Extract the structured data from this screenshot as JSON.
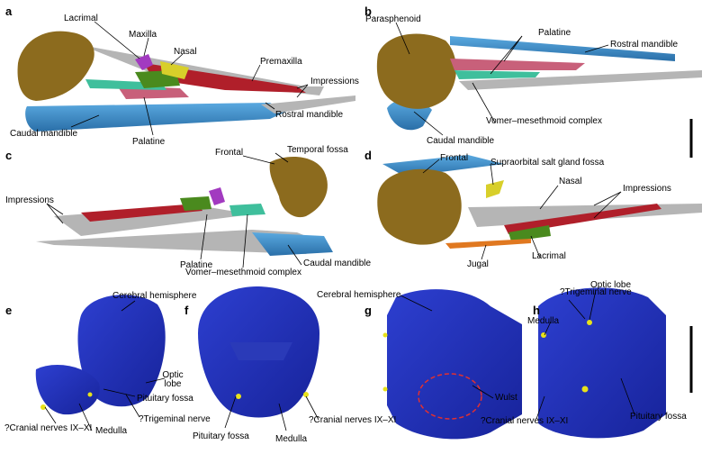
{
  "panels": {
    "a": {
      "letter": "a",
      "labels": {
        "lacrimal": "Lacrimal",
        "maxilla": "Maxilla",
        "nasal": "Nasal",
        "premaxilla": "Premaxilla",
        "impressions": "Impressions",
        "rostral_mandible": "Rostral mandible",
        "caudal_mandible": "Caudal mandible",
        "palatine": "Palatine"
      }
    },
    "b": {
      "letter": "b",
      "labels": {
        "parasphenoid": "Parasphenoid",
        "palatine": "Palatine",
        "rostral_mandible": "Rostral mandible",
        "vomer_mesethmoid": "Vomer–mesethmoid complex",
        "caudal_mandible": "Caudal mandible"
      }
    },
    "c": {
      "letter": "c",
      "labels": {
        "frontal": "Frontal",
        "temporal_fossa": "Temporal fossa",
        "impressions": "Impressions",
        "palatine": "Palatine",
        "vomer_mesethmoid": "Vomer–mesethmoid complex",
        "caudal_mandible": "Caudal mandible"
      }
    },
    "d": {
      "letter": "d",
      "labels": {
        "frontal": "Frontal",
        "supraorbital": "Supraorbital salt gland fossa",
        "nasal": "Nasal",
        "impressions": "Impressions",
        "lacrimal": "Lacrimal",
        "jugal": "Jugal"
      }
    },
    "e": {
      "letter": "e",
      "labels": {
        "cerebral_hemisphere": "Cerebral hemisphere",
        "optic_lobe": "Optic lobe",
        "pituitary_fossa": "Pituitary fossa",
        "trigeminal": "?Trigeminal nerve",
        "cranial_nerves": "?Cranial nerves IX–XI",
        "medulla": "Medulla"
      }
    },
    "f": {
      "letter": "f",
      "labels": {
        "pituitary_fossa": "Pituitary fossa",
        "medulla": "Medulla",
        "cranial_nerves": "?Cranial nerves IX–XI"
      }
    },
    "g": {
      "letter": "g",
      "labels": {
        "cerebral_hemisphere": "Cerebral hemisphere",
        "wulst": "Wulst"
      }
    },
    "h": {
      "letter": "h",
      "labels": {
        "trigeminal": "?Trigeminal nerve",
        "optic_lobe": "Optic lobe",
        "medulla": "Medulla",
        "cranial_nerves": "?Cranial nerves IX–XI",
        "pituitary_fossa": "Pituitary fossa"
      }
    }
  },
  "colors": {
    "bone_brown": "#8c6b1e",
    "mandible_blue": "#3d8ec9",
    "impression_grey": "#b5b5b5",
    "premaxilla_red": "#b01f2a",
    "palatine_pink": "#c8607a",
    "vomer_teal": "#3fbf9c",
    "maxilla_purple": "#a23ac0",
    "nasal_yellow": "#d8cf2a",
    "lacrimal_green": "#4a8a1e",
    "brain_blue": "#1f2fb8",
    "nerve_yellow": "#e8e21a",
    "wulst_dashes": "#e23030"
  }
}
